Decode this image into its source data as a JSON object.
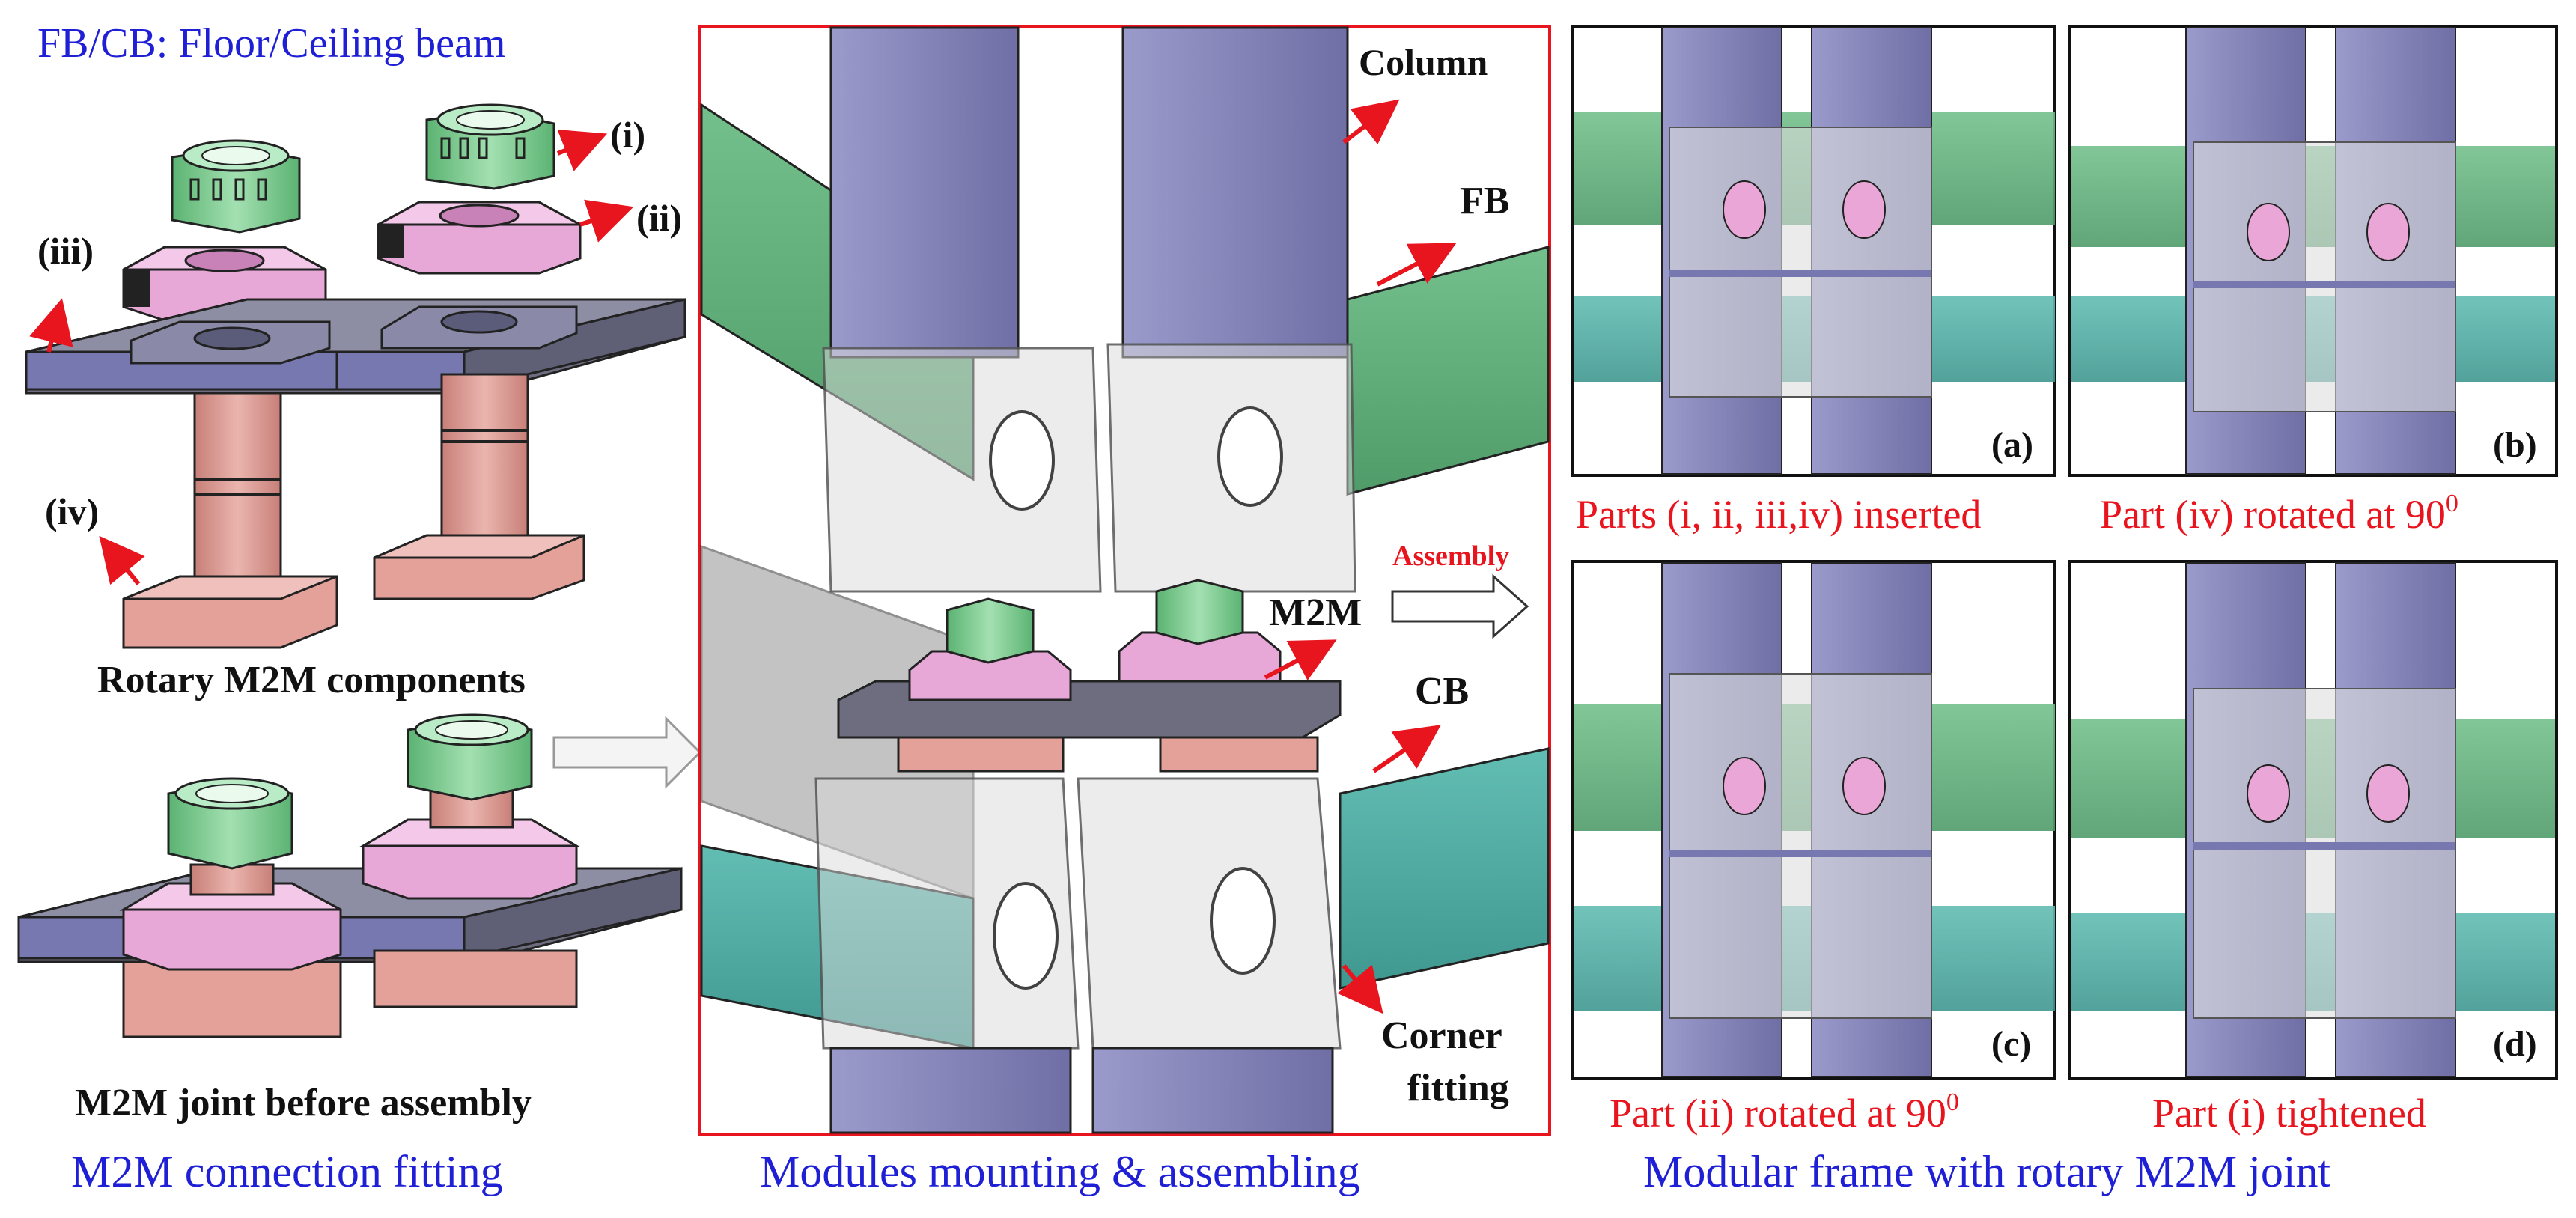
{
  "left_panel": {
    "title": "FB/CB: Floor/Ceiling beam",
    "part_labels": {
      "i": "(i)",
      "ii": "(ii)",
      "iii": "(iii)",
      "iv": "(iv)"
    },
    "components_caption": "Rotary M2M components",
    "joint_caption": "M2M joint before assembly",
    "footer": "M2M connection fitting"
  },
  "middle_panel": {
    "labels": {
      "column": "Column",
      "fb": "FB",
      "m2m": "M2M",
      "cb": "CB",
      "corner_line1": "Corner",
      "corner_line2": "fitting",
      "assembly": "Assembly"
    },
    "footer": "Modules mounting & assembling"
  },
  "right_panel": {
    "panels": [
      {
        "tag": "(a)",
        "caption": "Parts (i, ii, iii,iv) inserted"
      },
      {
        "tag": "(b)",
        "caption": "Part (iv) rotated at 90",
        "sup": "0"
      },
      {
        "tag": "(c)",
        "caption": "Part (ii) rotated at 90",
        "sup": "0"
      },
      {
        "tag": "(d)",
        "caption": "Part (i) tightened"
      }
    ],
    "footer": "Modular frame with rotary M2M joint"
  },
  "colors": {
    "blue_text": "#1f1fd6",
    "red_text": "#e8141e",
    "column_purple": "#7e7eb4",
    "beam_green": "#5fae7a",
    "beam_teal": "#4aa8a0",
    "plate_gray": "#6e6e82",
    "pink_part": "#e9a6d6",
    "salmon_part": "#e3a19a",
    "nut_green": "#79c98f"
  }
}
